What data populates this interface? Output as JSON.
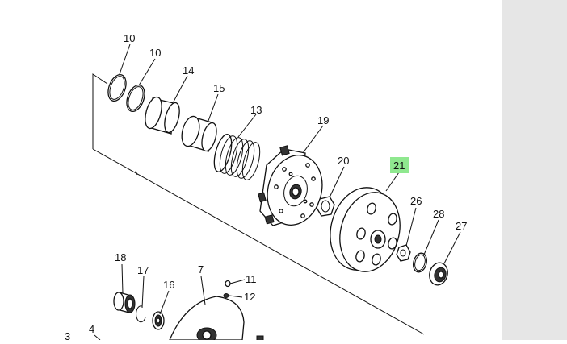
{
  "diagram": {
    "callouts": [
      {
        "id": "c10a",
        "text": "10"
      },
      {
        "id": "c10b",
        "text": "10"
      },
      {
        "id": "c14",
        "text": "14"
      },
      {
        "id": "c15",
        "text": "15"
      },
      {
        "id": "c13",
        "text": "13"
      },
      {
        "id": "c19",
        "text": "19"
      },
      {
        "id": "c20",
        "text": "20"
      },
      {
        "id": "c21",
        "text": "21",
        "highlighted": true
      },
      {
        "id": "c26",
        "text": "26"
      },
      {
        "id": "c28",
        "text": "28"
      },
      {
        "id": "c27",
        "text": "27"
      },
      {
        "id": "c18",
        "text": "18"
      },
      {
        "id": "c17",
        "text": "17"
      },
      {
        "id": "c7",
        "text": "7"
      },
      {
        "id": "c11",
        "text": "11"
      },
      {
        "id": "c12",
        "text": "12"
      },
      {
        "id": "c16",
        "text": "16"
      },
      {
        "id": "c4",
        "text": "4"
      },
      {
        "id": "c3",
        "text": "3"
      }
    ],
    "highlight_color": "#8fe88f"
  },
  "side_panel": {
    "color": "#e6e6e6"
  }
}
